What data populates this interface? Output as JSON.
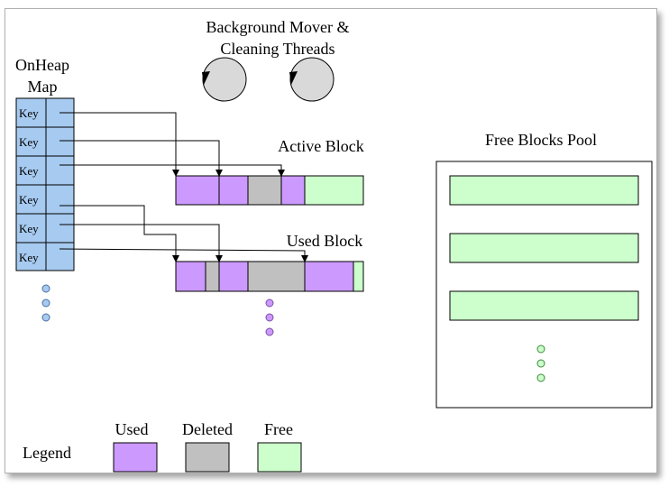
{
  "threads": {
    "title_line1": "Background Mover &",
    "title_line2": "Cleaning Threads"
  },
  "onheap": {
    "title_line1": "OnHeap",
    "title_line2": "Map",
    "keys": [
      "Key",
      "Key",
      "Key",
      "Key",
      "Key",
      "Key"
    ]
  },
  "active_block": {
    "label": "Active Block"
  },
  "used_block": {
    "label": "Used Block"
  },
  "pool": {
    "label": "Free Blocks Pool"
  },
  "legend": {
    "title": "Legend",
    "used": "Used",
    "deleted": "Deleted",
    "free": "Free"
  },
  "colors": {
    "used": "#cc99ff",
    "deleted": "#c0c0c0",
    "free": "#ccffcc",
    "map": "#a6caf0",
    "thread": "#d9d9d9"
  }
}
